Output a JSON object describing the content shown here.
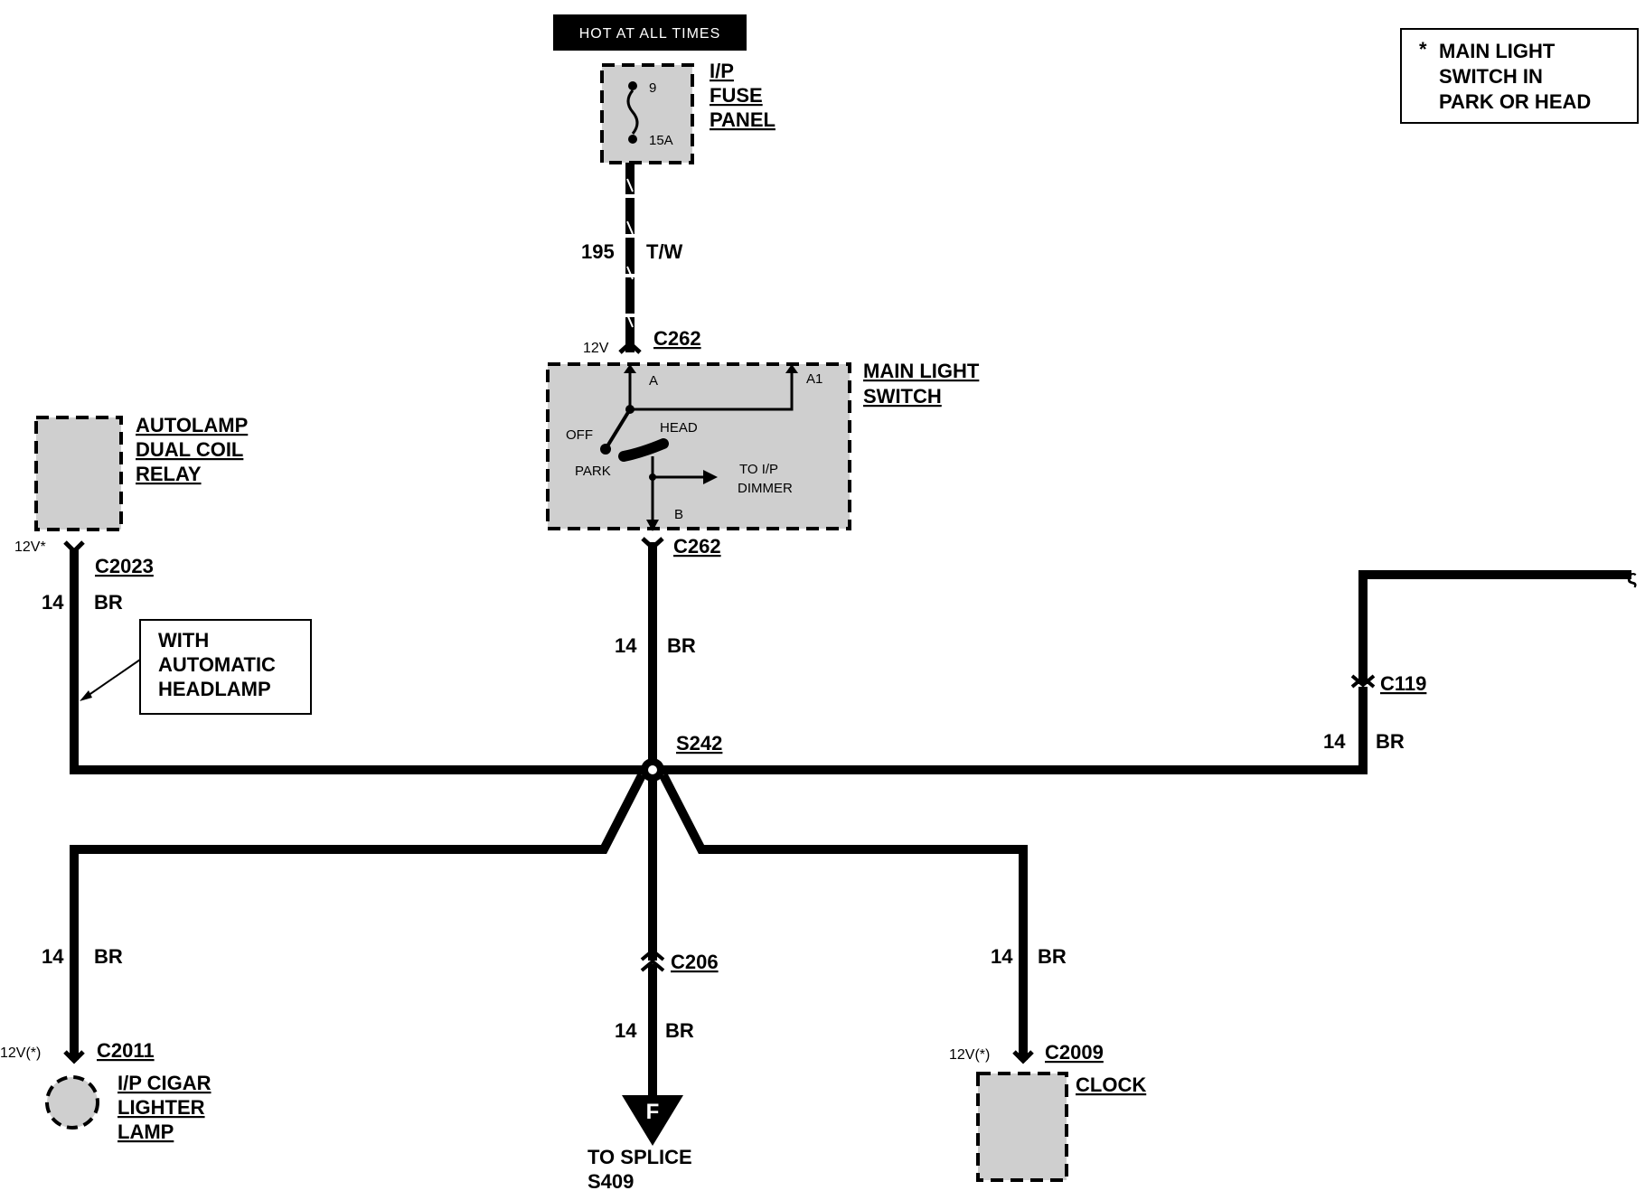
{
  "power_banner": "HOT AT ALL TIMES",
  "note": {
    "asterisk": "*",
    "lines": [
      "MAIN LIGHT",
      "SWITCH IN",
      "PARK OR HEAD"
    ]
  },
  "fuse_panel": {
    "name_lines": [
      "I/P",
      "FUSE",
      "PANEL"
    ],
    "fuse_number": "9",
    "fuse_rating": "15A"
  },
  "feed_wire": {
    "circuit": "195",
    "color": "T/W"
  },
  "main_light_switch": {
    "name_lines": [
      "MAIN LIGHT",
      "SWITCH"
    ],
    "connector_top": "C262",
    "connector_bottom": "C262",
    "voltage": "12V",
    "pin_a": "A",
    "pin_a1": "A1",
    "pin_b": "B",
    "pos_off": "OFF",
    "pos_head": "HEAD",
    "pos_park": "PARK",
    "dimmer_lines": [
      "TO I/P",
      "DIMMER"
    ]
  },
  "autolamp": {
    "name_lines": [
      "AUTOLAMP",
      "DUAL COIL",
      "RELAY"
    ],
    "connector": "C2023",
    "voltage": "12V*"
  },
  "automatic_headlamp_note": [
    "WITH",
    "AUTOMATIC",
    "HEADLAMP"
  ],
  "splice": "S242",
  "c119": "C119",
  "c206": "C206",
  "cigar_lighter": {
    "name_lines": [
      "I/P CIGAR",
      "LIGHTER",
      "LAMP"
    ],
    "connector": "C2011",
    "voltage": "12V(*)"
  },
  "clock": {
    "name": "CLOCK",
    "connector": "C2009",
    "voltage": "12V(*)"
  },
  "ground_symbol": "F",
  "to_splice_lines": [
    "TO SPLICE",
    "S409"
  ],
  "wire_size": "14",
  "wire_color": "BR"
}
